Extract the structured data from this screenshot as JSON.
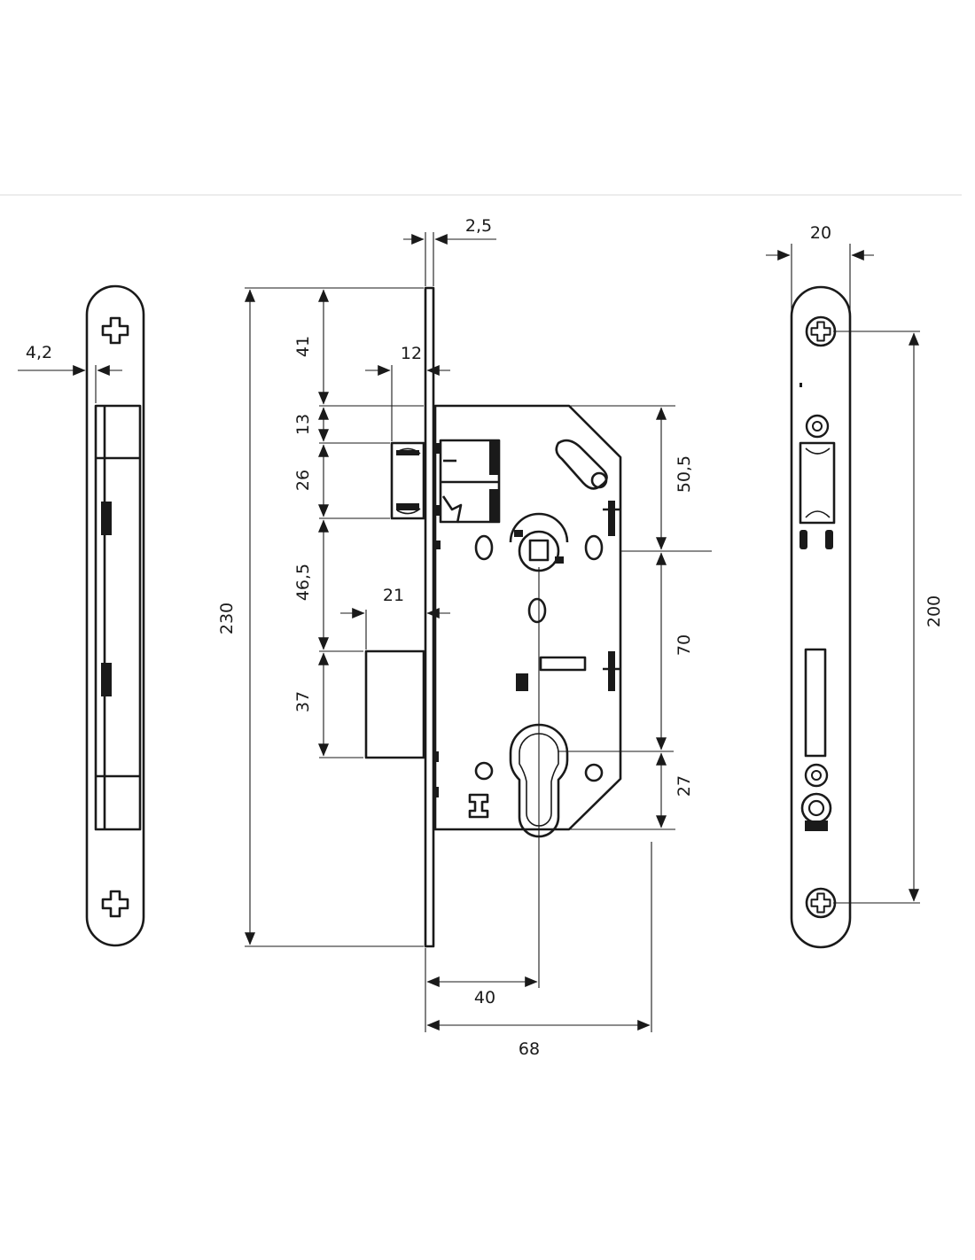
{
  "colors": {
    "line": "#1a1a1a",
    "background": "#ffffff",
    "separator": "#e6e6e6"
  },
  "dimensions": {
    "faceplate_offset": "4,2",
    "faceplate_thickness": "2,5",
    "faceplate_width": "20",
    "latch_projection": "12",
    "deadbolt_projection": "21",
    "total_height": "230",
    "top_to_case": "41",
    "case_to_latch": "13",
    "latch_height": "26",
    "latch_to_bolt": "46,5",
    "bolt_height": "37",
    "handle_from_case_top": "50,5",
    "handle_to_cylinder": "70",
    "cylinder_to_case_bottom": "27",
    "backset": "40",
    "case_depth": "68",
    "screw_spacing": "200"
  },
  "icons": [
    "phillips-screw-icon",
    "torx-screw-icon"
  ]
}
